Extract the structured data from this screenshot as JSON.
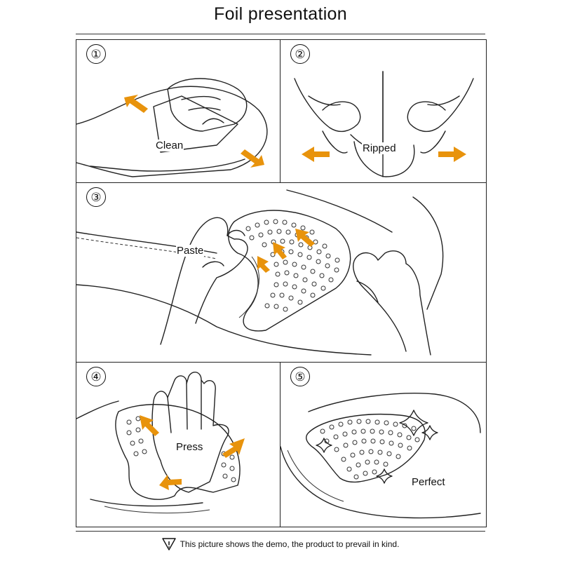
{
  "header": {
    "title": "Foil presentation"
  },
  "steps": [
    {
      "number": "①",
      "label": "Clean"
    },
    {
      "number": "②",
      "label": "Ripped"
    },
    {
      "number": "③",
      "label": "Paste"
    },
    {
      "number": "④",
      "label": "Press"
    },
    {
      "number": "⑤",
      "label": "Perfect"
    }
  ],
  "footer": {
    "note": "This picture shows the demo, the product to prevail in kind."
  },
  "colors": {
    "arrow": "#e8930c",
    "line": "#222222"
  }
}
